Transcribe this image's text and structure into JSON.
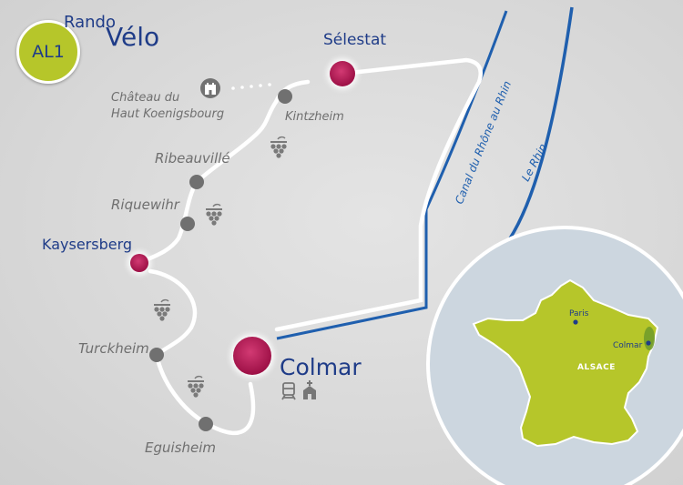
{
  "badge": {
    "text": "AL1"
  },
  "brand": {
    "rando": "Rando",
    "velo": "Vélo"
  },
  "places": {
    "selestat": "Sélestat",
    "kintzheim": "Kintzheim",
    "chateau_line1": "Château du",
    "chateau_line2": "Haut Koenigsbourg",
    "ribeauville": "Ribeauvillé",
    "riquewihr": "Riquewihr",
    "kaysersberg": "Kaysersberg",
    "turckheim": "Turckheim",
    "colmar": "Colmar",
    "eguisheim": "Eguisheim"
  },
  "rivers": {
    "canal": "Canal du Rhône au Rhin",
    "rhin": "Le Rhin"
  },
  "inset": {
    "paris": "Paris",
    "colmar": "Colmar",
    "region": "ALSACE"
  },
  "icons": [
    "castle-icon",
    "grapes-icon",
    "train-icon",
    "church-icon"
  ],
  "colors": {
    "route": "#ffffff",
    "major_stop": "#b0124f",
    "minor_stop": "#707070",
    "river": "#1f5fae",
    "accent_green": "#b6c62a",
    "text_blue": "#1f3c88"
  }
}
